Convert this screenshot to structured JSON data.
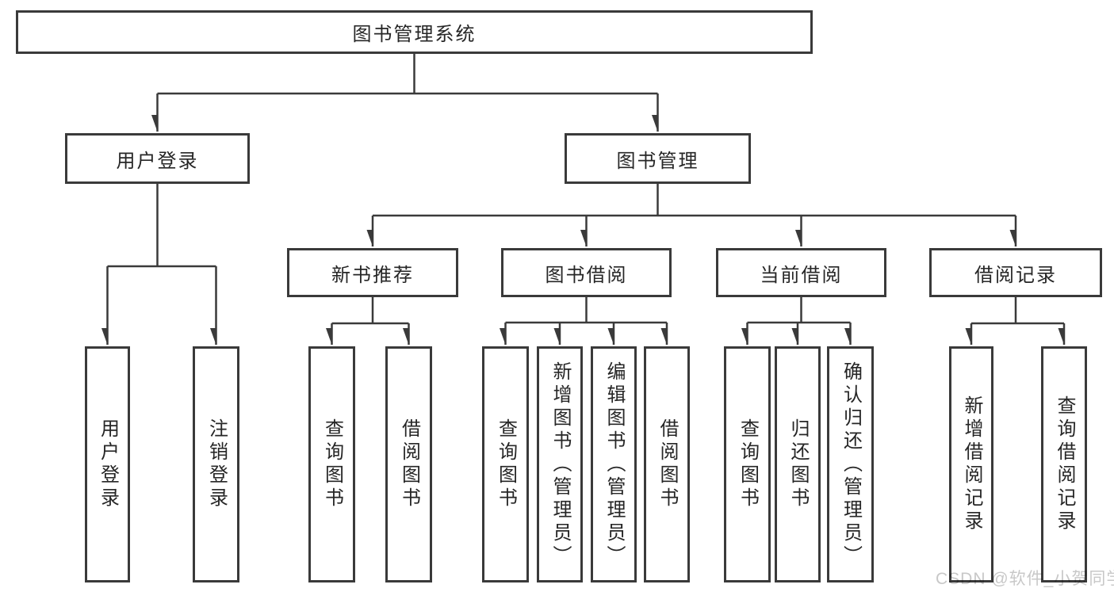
{
  "diagram": {
    "root": {
      "label": "图书管理系统"
    },
    "branches": {
      "user_login": {
        "label": "用户登录"
      },
      "book_mgmt": {
        "label": "图书管理"
      },
      "new_books": {
        "label": "新书推荐"
      },
      "book_borrow": {
        "label": "图书借阅"
      },
      "current_borrow": {
        "label": "当前借阅"
      },
      "borrow_records": {
        "label": "借阅记录"
      }
    },
    "leaves": {
      "user_login_action": {
        "label": "用户登录"
      },
      "logout_action": {
        "label": "注销登录"
      },
      "new_books_query": {
        "label": "查询图书"
      },
      "new_books_borrow": {
        "label": "借阅图书"
      },
      "borrow_query": {
        "label": "查询图书"
      },
      "borrow_add_admin": {
        "label": "新增图书（管理员）"
      },
      "borrow_edit_admin": {
        "label": "编辑图书（管理员）"
      },
      "borrow_borrow": {
        "label": "借阅图书"
      },
      "current_query": {
        "label": "查询图书"
      },
      "current_return": {
        "label": "归还图书"
      },
      "current_confirm_admin": {
        "label": "确认归还（管理员）"
      },
      "records_add": {
        "label": "新增借阅记录"
      },
      "records_query": {
        "label": "查询借阅记录"
      }
    }
  },
  "watermark": {
    "text": "CSDN @软件_小贺同学"
  },
  "colors": {
    "line": "#3a3a3a",
    "box_border": "#3a3a3a",
    "text": "#262626",
    "watermark": "#c8c8c8",
    "background": "#ffffff"
  }
}
